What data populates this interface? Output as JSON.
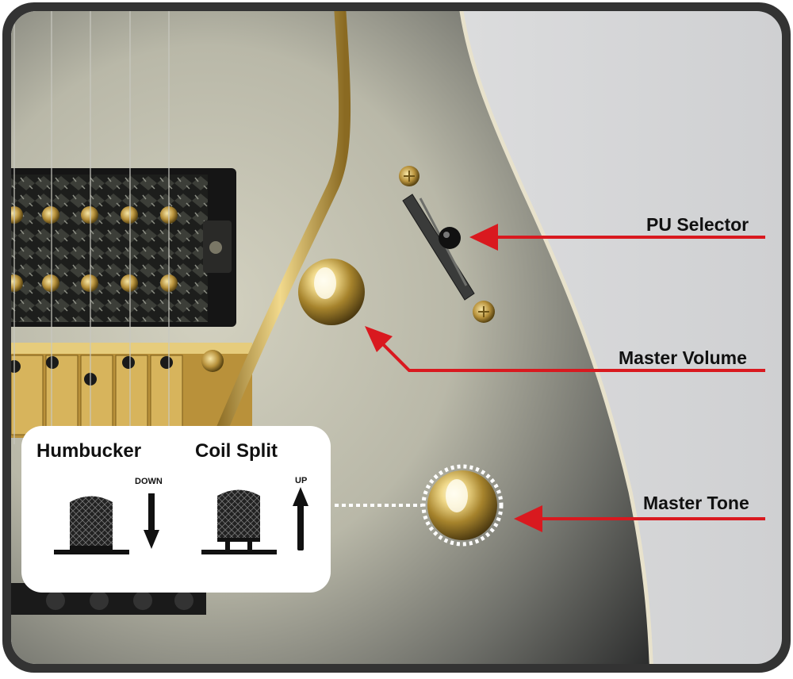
{
  "callouts": {
    "pu_selector": "PU Selector",
    "master_volume": "Master Volume",
    "master_tone": "Master Tone"
  },
  "inset": {
    "humbucker_title": "Humbucker",
    "humbucker_direction": "DOWN",
    "coil_split_title": "Coil Split",
    "coil_split_direction": "UP"
  },
  "colors": {
    "arrow": "#d9191f",
    "frame": "#333333",
    "hardware_gold": "#c9a44a",
    "body_top": "#c9c7b6"
  }
}
